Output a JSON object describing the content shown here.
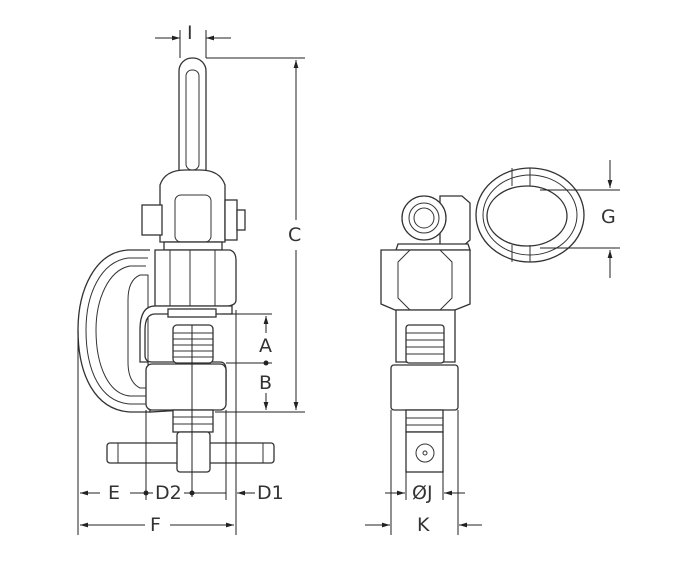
{
  "labels": {
    "I": "I",
    "C": "C",
    "A": "A",
    "B": "B",
    "E": "E",
    "D2": "D2",
    "D1": "D1",
    "F": "F",
    "G": "G",
    "J": "ØJ",
    "K": "K"
  },
  "colors": {
    "line": "#333333",
    "background": "#ffffff"
  }
}
